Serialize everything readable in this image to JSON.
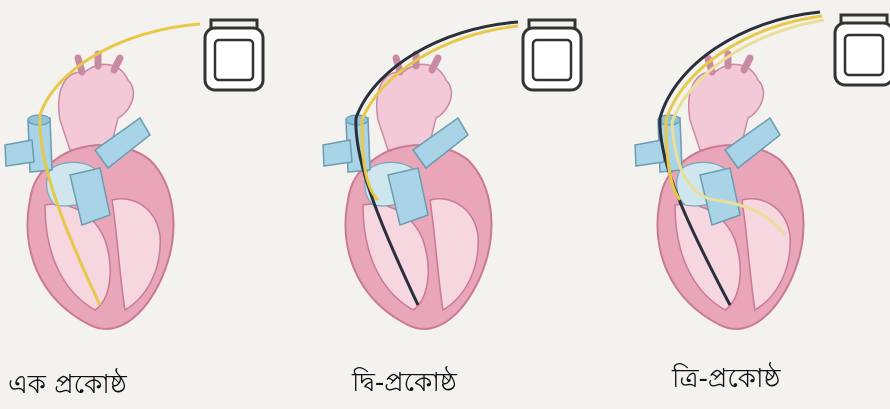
{
  "panels": [
    {
      "caption": "এক প্রকোষ্ঠ",
      "lead_count": 1
    },
    {
      "caption": "দ্বি-প্রকোষ্ঠ",
      "lead_count": 2
    },
    {
      "caption": "ত্রি-প্রকোষ্ঠ",
      "lead_count": 3
    }
  ],
  "colors": {
    "background": "#f4f2ee",
    "heart_outer": "#e8a6b8",
    "heart_inner": "#f6d6df",
    "aorta": "#f3c9d8",
    "vena_cava": "#a9d3e6",
    "chamber_light": "#cfe6ee",
    "lead_yellow": "#e6c84a",
    "lead_dark": "#2a2f3c",
    "device_outline": "#333333"
  }
}
